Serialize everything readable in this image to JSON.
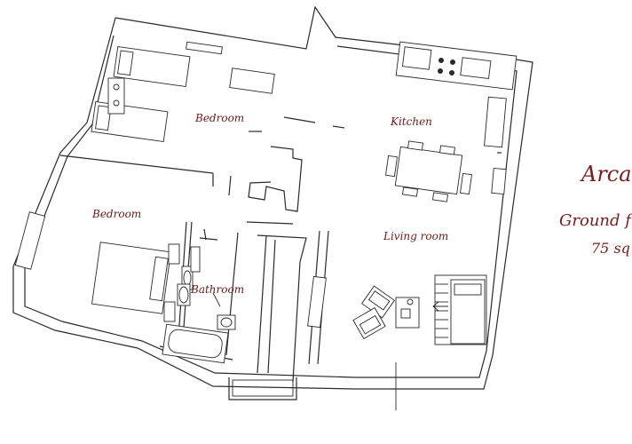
{
  "plan": {
    "title": "Arca",
    "floor": "Ground f",
    "area": "75 sq",
    "rooms": [
      {
        "label": "Bedroom"
      },
      {
        "label": "Kitchen"
      },
      {
        "label": "Bedroom"
      },
      {
        "label": "Living room"
      },
      {
        "label": "Bathroom"
      }
    ]
  },
  "colors": {
    "accent": "#7a1c1c",
    "line": "#2a2a2a",
    "background": "#ffffff"
  }
}
